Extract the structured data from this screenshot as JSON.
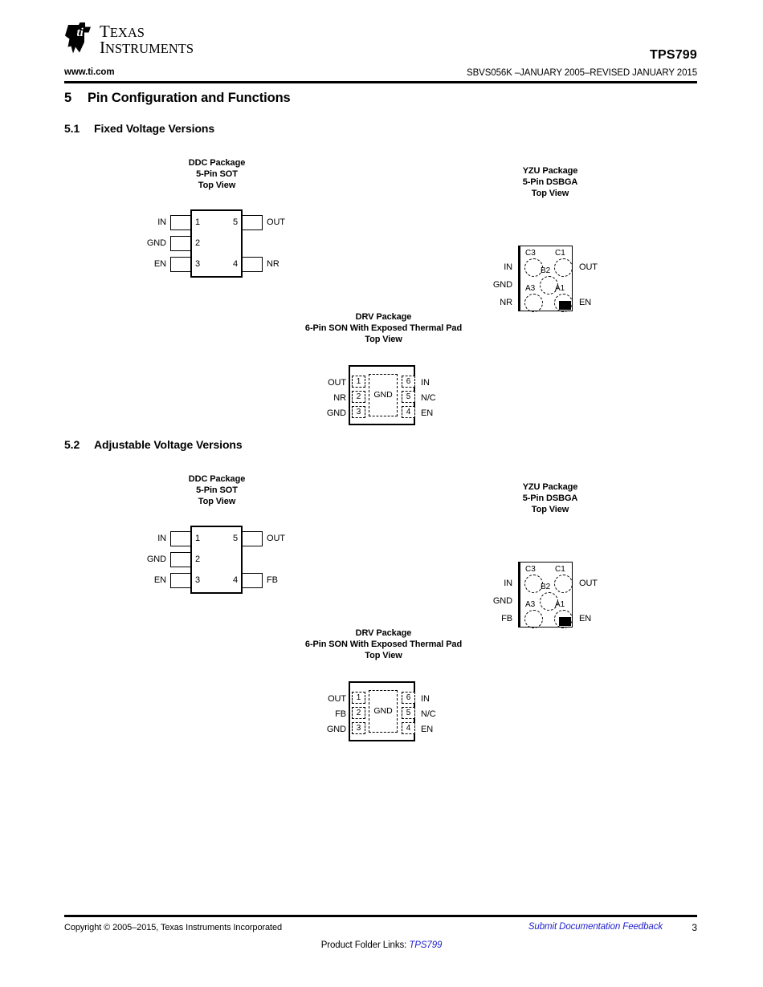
{
  "header": {
    "logo_line1": "TEXAS",
    "logo_line2": "INSTRUMENTS",
    "website": "www.ti.com",
    "part_number": "TPS799",
    "doc_id": "SBVS056K –JANUARY 2005–REVISED JANUARY 2015"
  },
  "sections": {
    "main": {
      "number": "5",
      "title": "Pin Configuration and Functions"
    },
    "fixed": {
      "number": "5.1",
      "title": "Fixed Voltage Versions"
    },
    "adjustable": {
      "number": "5.2",
      "title": "Adjustable Voltage Versions"
    }
  },
  "packages": {
    "fixed_ddc": {
      "title_line1": "DDC Package",
      "title_line2": "5-Pin SOT",
      "title_line3": "Top View",
      "pins": [
        {
          "number": "1",
          "label": "IN",
          "side": "left"
        },
        {
          "number": "2",
          "label": "GND",
          "side": "left"
        },
        {
          "number": "3",
          "label": "EN",
          "side": "left"
        },
        {
          "number": "4",
          "label": "NR",
          "side": "right"
        },
        {
          "number": "5",
          "label": "OUT",
          "side": "right"
        }
      ]
    },
    "fixed_yzu": {
      "title_line1": "YZU Package",
      "title_line2": "5-Pin DSBGA",
      "title_line3": "Top View",
      "balls": [
        {
          "id": "C3",
          "label": "IN",
          "label_side": "left"
        },
        {
          "id": "C1",
          "label": "OUT",
          "label_side": "right"
        },
        {
          "id": "B2",
          "label": "GND",
          "label_side": "left"
        },
        {
          "id": "A3",
          "label": "NR",
          "label_side": "left"
        },
        {
          "id": "A1",
          "label": "EN",
          "label_side": "right"
        }
      ]
    },
    "fixed_drv": {
      "title_line1": "DRV Package",
      "title_line2": "6-Pin SON With Exposed Thermal Pad",
      "title_line3": "Top View",
      "pad_label": "GND",
      "pins": [
        {
          "number": "1",
          "label": "OUT",
          "side": "left"
        },
        {
          "number": "2",
          "label": "NR",
          "side": "left"
        },
        {
          "number": "3",
          "label": "GND",
          "side": "left"
        },
        {
          "number": "4",
          "label": "EN",
          "side": "right"
        },
        {
          "number": "5",
          "label": "N/C",
          "side": "right"
        },
        {
          "number": "6",
          "label": "IN",
          "side": "right"
        }
      ]
    },
    "adj_ddc": {
      "title_line1": "DDC Package",
      "title_line2": "5-Pin SOT",
      "title_line3": "Top View",
      "pins": [
        {
          "number": "1",
          "label": "IN",
          "side": "left"
        },
        {
          "number": "2",
          "label": "GND",
          "side": "left"
        },
        {
          "number": "3",
          "label": "EN",
          "side": "left"
        },
        {
          "number": "4",
          "label": "FB",
          "side": "right"
        },
        {
          "number": "5",
          "label": "OUT",
          "side": "right"
        }
      ]
    },
    "adj_yzu": {
      "title_line1": "YZU Package",
      "title_line2": "5-Pin DSBGA",
      "title_line3": "Top View",
      "balls": [
        {
          "id": "C3",
          "label": "IN",
          "label_side": "left"
        },
        {
          "id": "C1",
          "label": "OUT",
          "label_side": "right"
        },
        {
          "id": "B2",
          "label": "GND",
          "label_side": "left"
        },
        {
          "id": "A3",
          "label": "FB",
          "label_side": "left"
        },
        {
          "id": "A1",
          "label": "EN",
          "label_side": "right"
        }
      ]
    },
    "adj_drv": {
      "title_line1": "DRV Package",
      "title_line2": "6-Pin SON With Exposed Thermal Pad",
      "title_line3": "Top View",
      "pad_label": "GND",
      "pins": [
        {
          "number": "1",
          "label": "OUT",
          "side": "left"
        },
        {
          "number": "2",
          "label": "FB",
          "side": "left"
        },
        {
          "number": "3",
          "label": "GND",
          "side": "left"
        },
        {
          "number": "4",
          "label": "EN",
          "side": "right"
        },
        {
          "number": "5",
          "label": "N/C",
          "side": "right"
        },
        {
          "number": "6",
          "label": "IN",
          "side": "right"
        }
      ]
    }
  },
  "footer": {
    "copyright": "Copyright © 2005–2015, Texas Instruments Incorporated",
    "feedback_link": "Submit Documentation Feedback",
    "page_number": "3",
    "product_folder_prefix": "Product Folder Links: ",
    "product_folder_link": "TPS799"
  },
  "colors": {
    "link": "#2222cc",
    "rule": "#000000"
  }
}
